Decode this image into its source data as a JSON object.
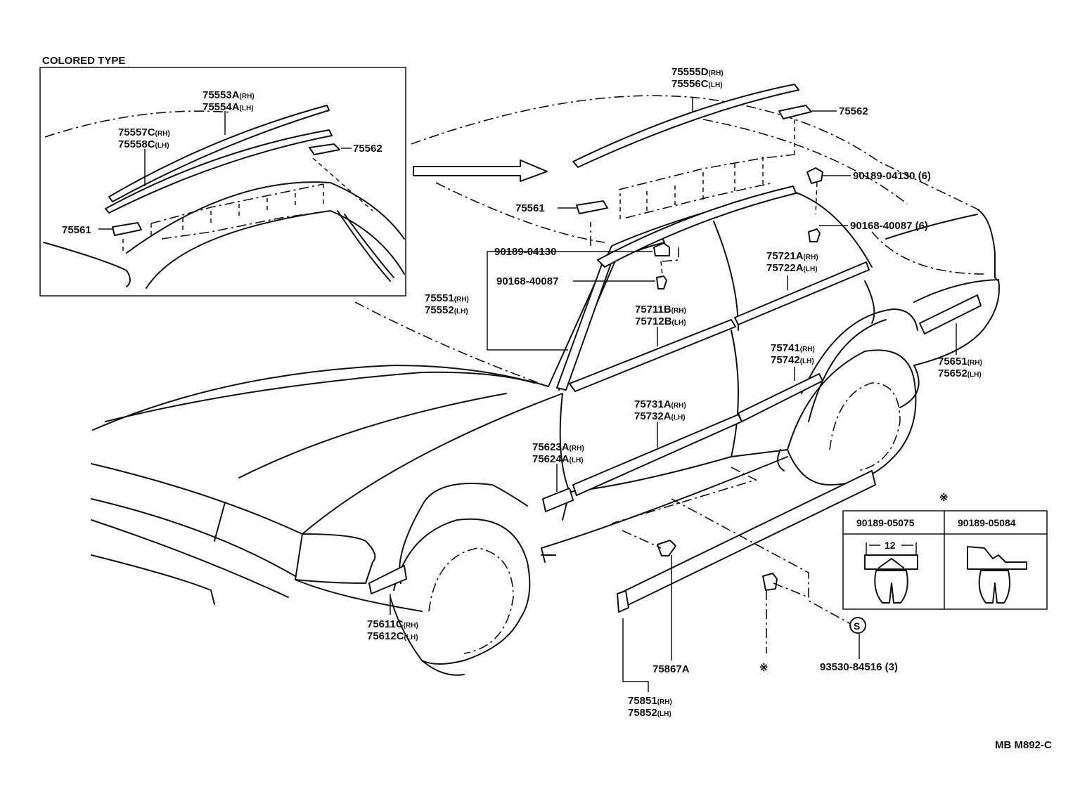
{
  "inset": {
    "title": "COLORED TYPE"
  },
  "callouts": {
    "roof_rh": "75555D",
    "roof_lh": "75556C",
    "inset_roof_rh": "75553A",
    "inset_roof_lh": "75554A",
    "inset_base_rh": "75557C",
    "inset_base_lh": "75558C",
    "clip_75562_inset": "75562",
    "clip_75562": "75562",
    "clip_75561_inset": "75561",
    "clip_75561": "75561",
    "clip_90189_04130_6": "90189-04130 (6)",
    "screw_90168_40087_6": "90168-40087 (6)",
    "clip_90189_04130": "90189-04130",
    "screw_90168_40087": "90168-40087",
    "pillar_rh": "75551",
    "pillar_lh": "75552",
    "rear_belt_rh": "75721A",
    "rear_belt_lh": "75722A",
    "front_belt_rh": "75711B",
    "front_belt_lh": "75712B",
    "rear_door_rh": "75741",
    "rear_door_lh": "75742",
    "quarter_rh": "75651",
    "quarter_lh": "75652",
    "front_door_rh": "75731A",
    "front_door_lh": "75732A",
    "fender_rh": "75623A",
    "fender_lh": "75624A",
    "front_fender_rh": "75611C",
    "front_fender_lh": "75612C",
    "rocker_clip": "75867A",
    "rocker_rh": "75851",
    "rocker_lh": "75852",
    "nut": "93530-84516 (3)"
  },
  "suffix": {
    "rh": "(RH)",
    "lh": "(LH)"
  },
  "clip_table": {
    "mark": "※",
    "col1": "90189-05075",
    "col2": "90189-05084",
    "dimension": "12"
  },
  "symbols": {
    "s_mark": "S",
    "asterisk": "※"
  },
  "footer_code": "MB M892-C"
}
